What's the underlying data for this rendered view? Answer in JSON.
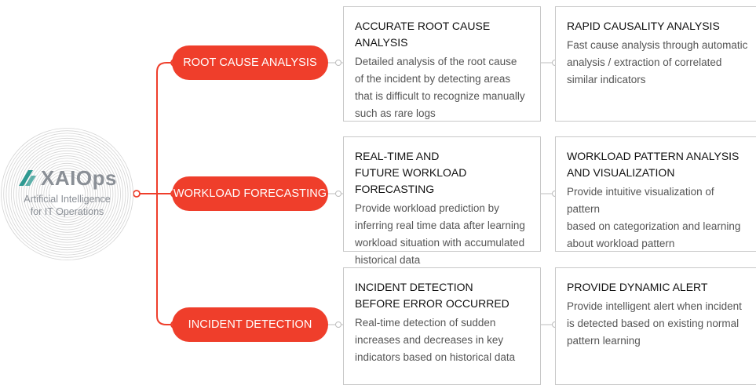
{
  "colors": {
    "accent": "#ef3e2b",
    "card_border": "#c8c8c8",
    "logo_gray": "#8a8f96",
    "logo_teal": "#2e9a92"
  },
  "logo": {
    "name": "XAIOps",
    "subtitle_line1": "Artificial Intelligence",
    "subtitle_line2": "for IT Operations"
  },
  "branches": [
    {
      "label": "ROOT CAUSE ANALYSIS",
      "cards": [
        {
          "title": "ACCURATE ROOT CAUSE ANALYSIS",
          "text": "Detailed analysis of the root cause\nof the incident by detecting areas\nthat is difficult to recognize manually\nsuch as rare logs"
        },
        {
          "title": "RAPID CAUSALITY ANALYSIS",
          "text": "Fast cause analysis through automatic\nanalysis / extraction of correlated\nsimilar indicators"
        }
      ]
    },
    {
      "label": "WORKLOAD FORECASTING",
      "cards": [
        {
          "title": "REAL-TIME AND\nFUTURE WORKLOAD FORECASTING",
          "text": "Provide workload prediction by\ninferring real time data after learning\nworkload situation with accumulated\nhistorical data"
        },
        {
          "title": "WORKLOAD PATTERN ANALYSIS\nAND VISUALIZATION",
          "text": "Provide intuitive visualization of pattern\nbased on categorization and learning\nabout workload pattern"
        }
      ]
    },
    {
      "label": "INCIDENT DETECTION",
      "cards": [
        {
          "title": "INCIDENT DETECTION\nBEFORE ERROR OCCURRED",
          "text": "Real-time detection of sudden\nincreases and decreases in key\nindicators based on historical data"
        },
        {
          "title": "PROVIDE DYNAMIC ALERT",
          "text": "Provide intelligent alert when incident\nis detected based on existing normal\npattern learning"
        }
      ]
    }
  ]
}
